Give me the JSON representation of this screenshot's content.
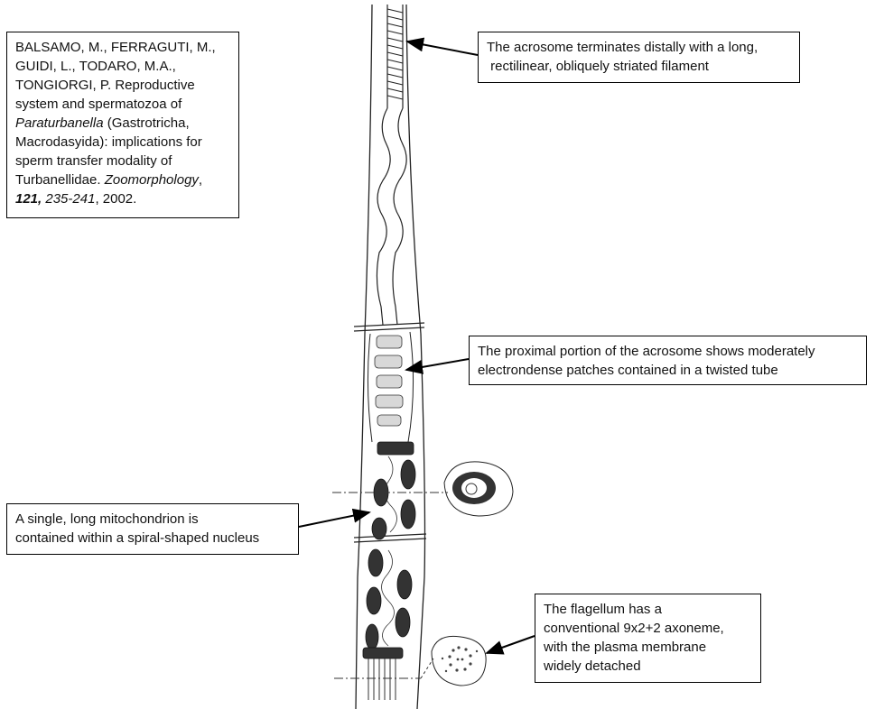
{
  "citation": {
    "authors": "BALSAMO, M., FERRAGUTI, M., GUIDI, L., TODARO, M.A., TONGIORGI, P.",
    "title_pre": "Reproductive system and spermatozoa of",
    "genus": "Paraturbanella",
    "title_post": "(Gastrotricha, Macrodasyida): implications for sperm transfer modality of Turbanellidae.",
    "journal": "Zoomorphology",
    "volume": "121,",
    "pages": "235-241",
    "year": ", 2002."
  },
  "annotations": {
    "filament_line1": "The acrosome terminates distally with a long,",
    "filament_line2": " rectilinear, obliquely striated filament",
    "acrosome_line1": "The proximal portion of the acrosome shows moderately",
    "acrosome_line2": "electrondense patches contained in a twisted tube",
    "mito_line1": "A single, long mitochondrion is",
    "mito_line2": "contained within a spiral-shaped nucleus",
    "flag_line1": "The flagellum has a",
    "flag_line2": "conventional 9x2+2 axoneme,",
    "flag_line3": "with the plasma membrane",
    "flag_line4": "widely detached"
  }
}
